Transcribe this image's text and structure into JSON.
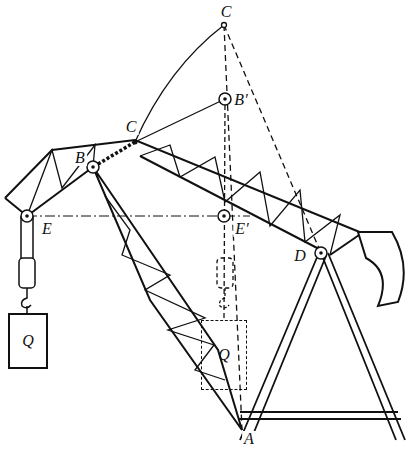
{
  "diagram": {
    "nodes": [
      {
        "text": [
          "Q"
        ]
      },
      {
        "text": [
          "Q"
        ]
      }
    ],
    "edges": [],
    "labels": [
      "C",
      "B′",
      "C",
      "B",
      "E",
      "E′",
      "D",
      "A"
    ]
  }
}
